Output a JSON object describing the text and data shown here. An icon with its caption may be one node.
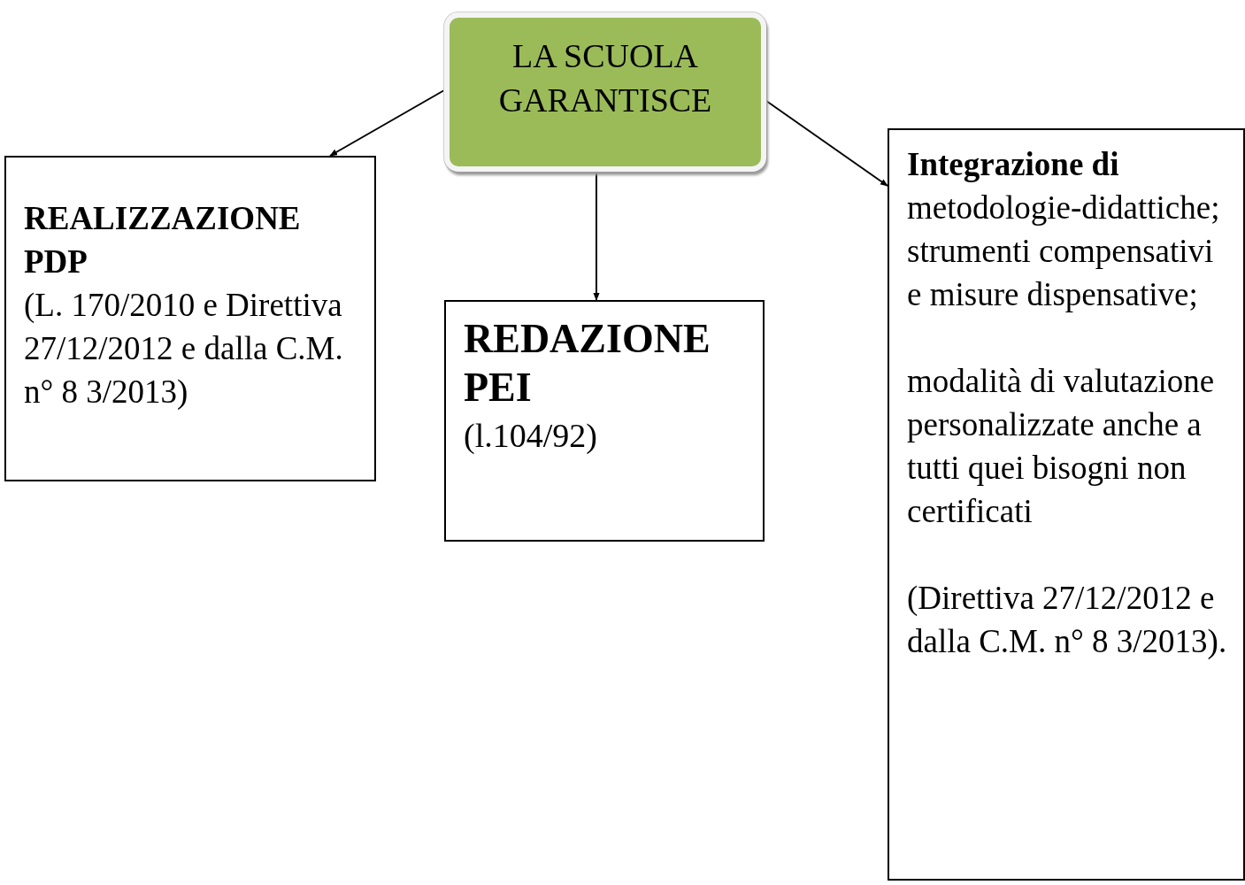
{
  "diagram": {
    "nodes": [
      {
        "text": [
          "LA SCUOLA GARANTISCE"
        ]
      },
      {
        "text": [
          "REALIZZAZIONE PDP",
          "(L. 170/2010 e Direttiva 27/12/2012 e dalla C.M. n° 8 3/2013)"
        ]
      },
      {
        "text": [
          "REDAZIONE PEI",
          "(l.104/92)"
        ]
      },
      {
        "text": [
          "**Integrazione di** metodologie-didattiche; strumenti compensativi e misure dispensative;",
          "modalità di valutazione personalizzate anche a tutti quei bisogni non certificati",
          "(Direttiva 27/12/2012 e dalla C.M. n° 8 3/2013)."
        ]
      }
    ],
    "edges": [
      {
        "from": 0,
        "to": 1,
        "arrow": "to"
      },
      {
        "from": 0,
        "to": 2,
        "arrow": "to"
      },
      {
        "from": 0,
        "to": 3,
        "arrow": "to"
      }
    ]
  }
}
